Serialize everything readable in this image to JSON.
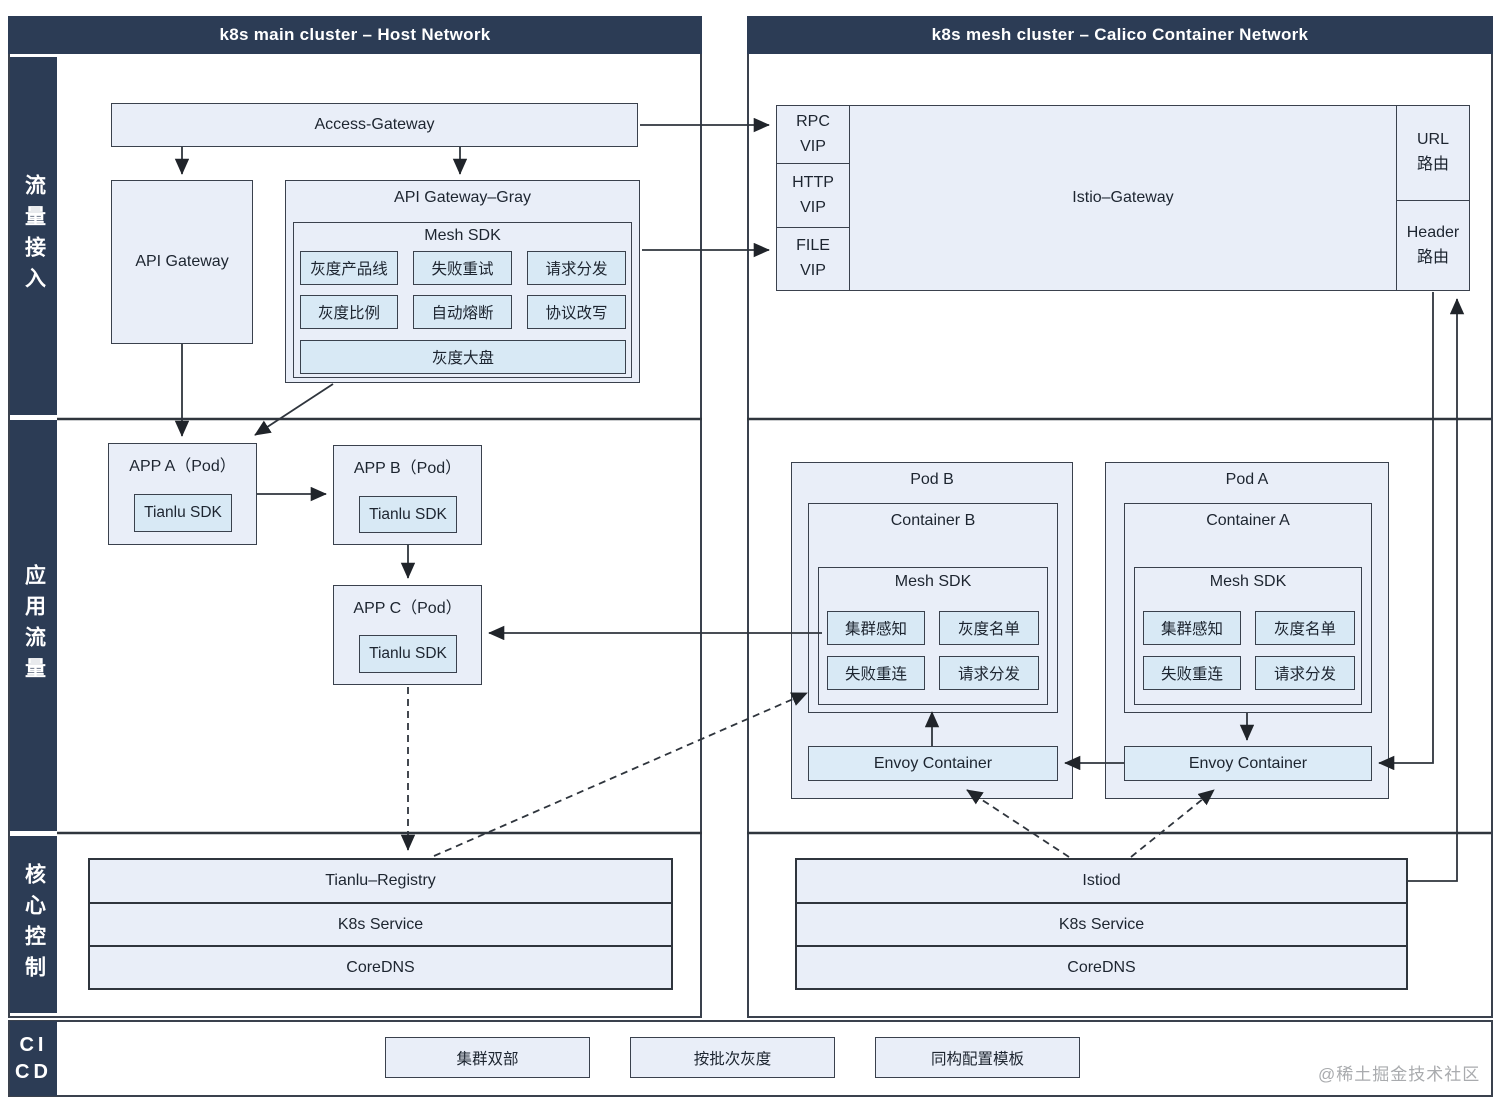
{
  "headers": {
    "left": "k8s main cluster – Host Network",
    "right": "k8s mesh cluster – Calico Container Network"
  },
  "sidebar": {
    "items": [
      {
        "label": "流量接入"
      },
      {
        "label": "应用流量"
      },
      {
        "label": "核心控制"
      },
      {
        "label": "CI\nCD"
      }
    ]
  },
  "left": {
    "access_gateway": "Access-Gateway",
    "api_gateway": "API Gateway",
    "api_gateway_gray": "API Gateway–Gray",
    "mesh_sdk_title": "Mesh SDK",
    "gray_buttons": [
      "灰度产品线",
      "失败重试",
      "请求分发",
      "灰度比例",
      "自动熔断",
      "协议改写"
    ],
    "gray_dashboard": "灰度大盘",
    "apps": [
      {
        "title": "APP A（Pod）",
        "sdk": "Tianlu SDK"
      },
      {
        "title": "APP B（Pod）",
        "sdk": "Tianlu SDK"
      },
      {
        "title": "APP C（Pod）",
        "sdk": "Tianlu SDK"
      }
    ],
    "core_stack": [
      "Tianlu–Registry",
      "K8s Service",
      "CoreDNS"
    ]
  },
  "right": {
    "vips": [
      "RPC\nVIP",
      "HTTP\nVIP",
      "FILE\nVIP"
    ],
    "istio_gateway": "Istio–Gateway",
    "routes": [
      "URL\n路由",
      "Header\n路由"
    ],
    "pods": [
      {
        "title": "Pod B",
        "container": "Container B",
        "mesh_sdk": "Mesh SDK",
        "features": [
          "集群感知",
          "灰度名单",
          "失败重连",
          "请求分发"
        ],
        "envoy": "Envoy Container"
      },
      {
        "title": "Pod A",
        "container": "Container A",
        "mesh_sdk": "Mesh SDK",
        "features": [
          "集群感知",
          "灰度名单",
          "失败重连",
          "请求分发"
        ],
        "envoy": "Envoy Container"
      }
    ],
    "core_stack": [
      "Istiod",
      "K8s Service",
      "CoreDNS"
    ]
  },
  "cicd": {
    "buttons": [
      "集群双部",
      "按批次灰度",
      "同构配置模板"
    ]
  },
  "watermark": "@稀土掘金技术社区"
}
